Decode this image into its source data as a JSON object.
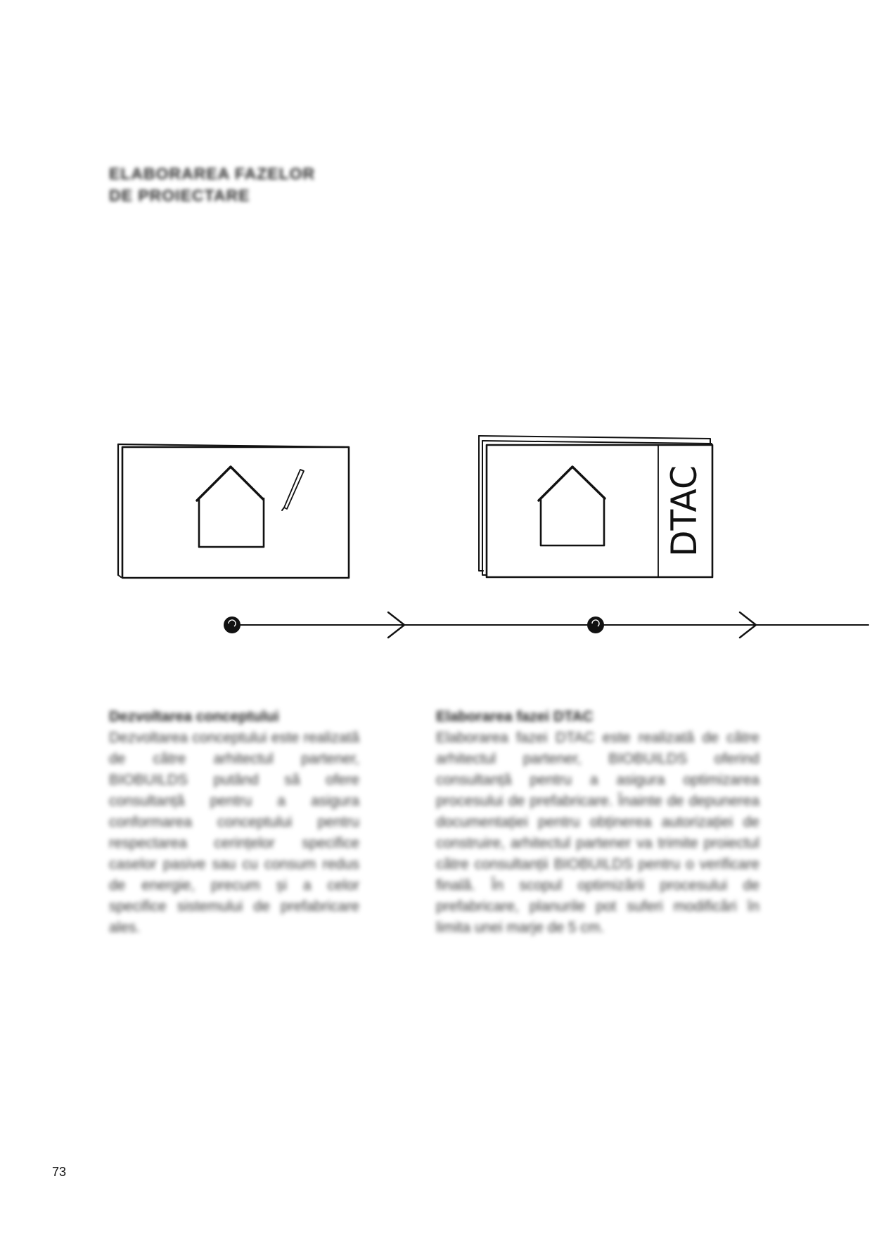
{
  "header": {
    "title": "ELABORAREA FAZELOR\nDE PROIECTARE"
  },
  "timeline": {
    "stage_1": {
      "icon": "house-sketch-with-pencil-icon"
    },
    "stage_2": {
      "icon": "house-sketch-document-stack-icon",
      "tab_label": "DTAC"
    }
  },
  "columns": [
    {
      "heading": "Dezvoltarea conceptului",
      "body": "Dezvoltarea conceptului este realizată de către arhitectul partener, BIOBUILDS putând să ofere consultanță pentru a asigura conformarea conceptului pentru respectarea cerințelor specifice caselor pasive sau cu consum redus de energie, precum și a celor specifice sistemului de prefabricare ales."
    },
    {
      "heading": "Elaborarea fazei DTAC",
      "body": "Elaborarea fazei DTAC este realizată de către arhitectul partener, BIOBUILDS oferind consultanță pentru a asigura optimizarea procesului de prefabricare. Înainte de depunerea documentației pentru obținerea autorizației de construire, arhitectul partener va trimite proiectul către consultanții BIOBUILDS pentru o verificare finală. În scopul optimizării procesului de prefabricare, planurile pot suferi modificări în limita unei marje de 5 cm."
    }
  ],
  "footer": {
    "page_number": "73"
  }
}
